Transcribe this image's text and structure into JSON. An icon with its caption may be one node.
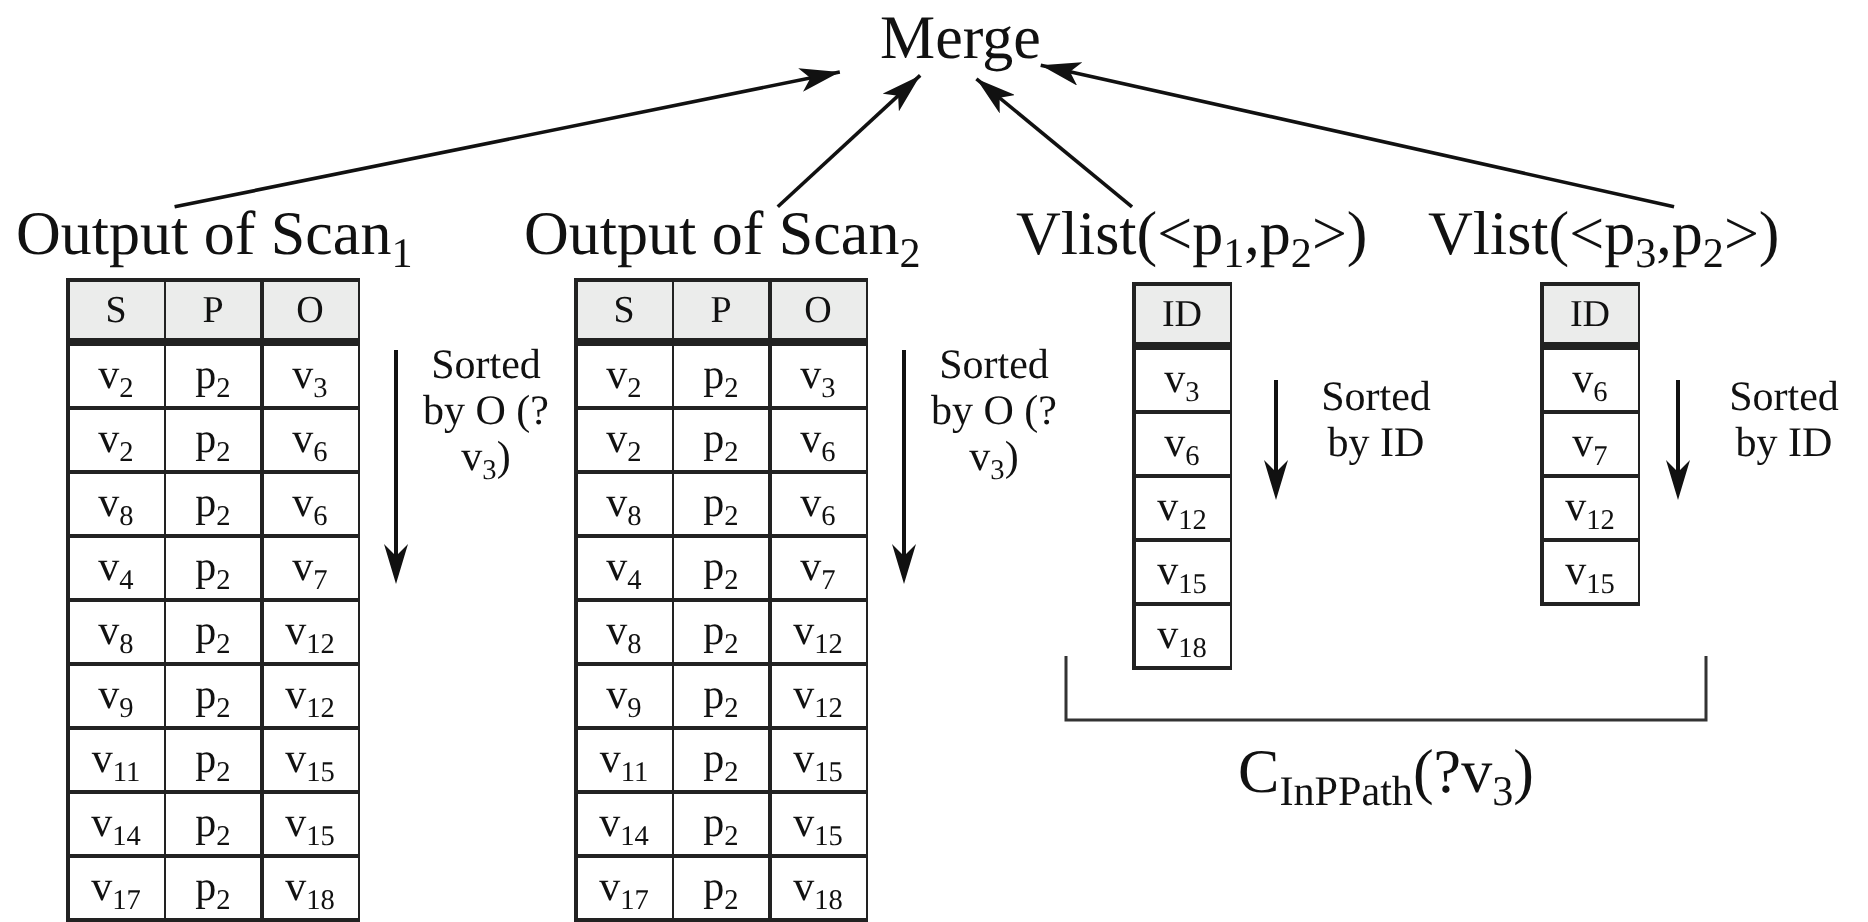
{
  "diagram": {
    "nodes": [
      {
        "text": [
          "Merge"
        ]
      },
      {
        "text": [
          "Output of Scan$_{1}$"
        ]
      },
      {
        "text": [
          "Output of Scan$_{2}$"
        ]
      },
      {
        "text": [
          "Vlist(<p$_{1}$,p$_{2}$>)"
        ]
      },
      {
        "text": [
          "Vlist(<p$_{3}$,p$_{2}$>)"
        ]
      }
    ],
    "edges": [
      {
        "from": 1,
        "to": 0,
        "arrow": "to"
      },
      {
        "from": 2,
        "to": 0,
        "arrow": "to"
      },
      {
        "from": 3,
        "to": 0,
        "arrow": "to"
      },
      {
        "from": 4,
        "to": 0,
        "arrow": "to"
      }
    ],
    "labels": [
      "S",
      "P",
      "O",
      "v$_{2}$",
      "p$_{2}$",
      "v$_{3}$",
      "v$_{2}$",
      "p$_{2}$",
      "v$_{6}$",
      "v$_{8}$",
      "p$_{2}$",
      "v$_{6}$",
      "v$_{4}$",
      "p$_{2}$",
      "v$_{7}$",
      "v$_{8}$",
      "p$_{2}$",
      "v$_{12}$",
      "v$_{9}$",
      "p$_{2}$",
      "v$_{12}$",
      "v$_{11}$",
      "p$_{2}$",
      "v$_{15}$",
      "v$_{14}$",
      "p$_{2}$",
      "v$_{15}$",
      "v$_{17}$",
      "p$_{2}$",
      "v$_{18}$",
      "Sorted by O (?v$_{3}$)",
      "S",
      "P",
      "O",
      "v$_{2}$",
      "p$_{2}$",
      "v$_{3}$",
      "v$_{2}$",
      "p$_{2}$",
      "v$_{6}$",
      "v$_{8}$",
      "p$_{2}$",
      "v$_{6}$",
      "v$_{4}$",
      "p$_{2}$",
      "v$_{7}$",
      "v$_{8}$",
      "p$_{2}$",
      "v$_{12}$",
      "v$_{9}$",
      "p$_{2}$",
      "v$_{12}$",
      "v$_{11}$",
      "p$_{2}$",
      "v$_{15}$",
      "v$_{14}$",
      "p$_{2}$",
      "v$_{15}$",
      "v$_{17}$",
      "p$_{2}$",
      "v$_{18}$",
      "Sorted by O (?v$_{3}$)",
      "ID",
      "v$_{3}$",
      "v$_{6}$",
      "v$_{12}$",
      "v$_{15}$",
      "v$_{18}$",
      "Sorted by ID",
      "ID",
      "v$_{6}$",
      "v$_{7}$",
      "v$_{12}$",
      "v$_{15}$",
      "Sorted by ID",
      "C$_{InPPath}$(?v$_{3}$)"
    ]
  }
}
